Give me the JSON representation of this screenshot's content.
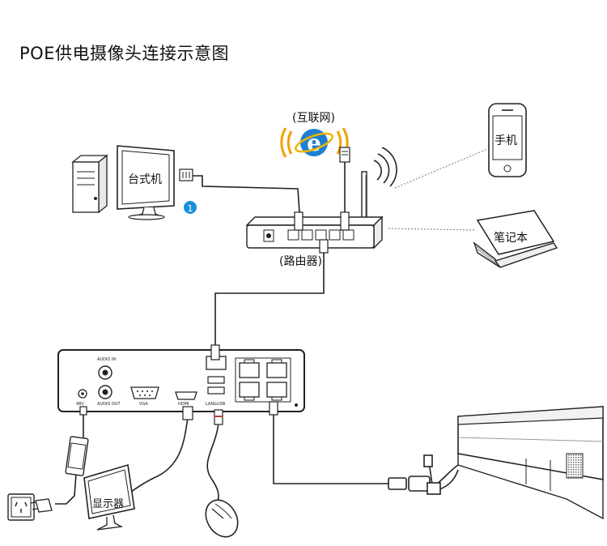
{
  "title": "POE供电摄像头连接示意图",
  "labels": {
    "internet": "(互联网)",
    "desktop": "台式机",
    "router": "(路由器)",
    "phone": "手机",
    "laptop": "笔记本",
    "monitor": "显示器",
    "badge": "1"
  },
  "nvr_ports": {
    "audio_in": "AUDIO IN",
    "audio_out": "AUDIO OUT",
    "power": "48V",
    "vga": "VGA",
    "hdmi": "HDMI",
    "lan_usb": "LAN&USB"
  },
  "colors": {
    "badge": "#1a8fd6",
    "ie_blue": "#1e7fd0",
    "wave": "#f0a000"
  }
}
